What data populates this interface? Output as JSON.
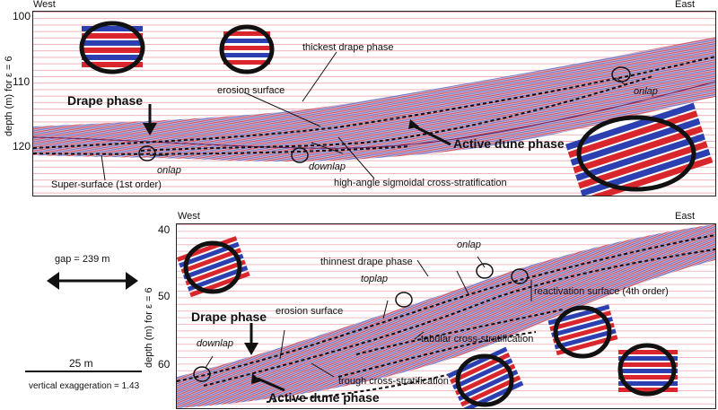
{
  "top_panel": {
    "west_label": "West",
    "east_label": "East",
    "y_axis_label": "depth (m) for ε = 6",
    "y_ticks": [
      "100",
      "110",
      "120"
    ],
    "annotations": {
      "thickest_drape": "thickest drape phase",
      "erosion_surface": "erosion surface",
      "drape_phase": "Drape phase",
      "onlap_left": "onlap",
      "onlap_right": "onlap",
      "downlap": "downlap",
      "active_dune": "Active dune phase",
      "super_surface": "Super-surface (1st order)",
      "high_angle": "high-angle sigmoidal cross-stratification"
    }
  },
  "bottom_panel": {
    "west_label": "West",
    "east_label": "East",
    "y_axis_label": "depth (m) for ε = 6",
    "y_ticks": [
      "40",
      "50",
      "60"
    ],
    "annotations": {
      "onlap": "onlap",
      "thinnest_drape": "thinnest drape phase",
      "toplap": "toplap",
      "reactivation": "reactivation surface (4th order)",
      "erosion_surface": "erosion surface",
      "drape_phase": "Drape phase",
      "downlap": "downlap",
      "tabular": "tabular cross-stratification",
      "trough": "trough cross-stratification",
      "active_dune": "Active dune phase"
    }
  },
  "legend": {
    "gap": "gap = 239 m",
    "scale": "25 m",
    "vertical_exaggeration": "vertical exaggeration = 1.43"
  },
  "colors": {
    "reflector_red": "#d8262c",
    "reflector_blue": "#2b3fb0",
    "grid_line": "#e8a6ad",
    "radar_fill": "#b8a8cc"
  }
}
